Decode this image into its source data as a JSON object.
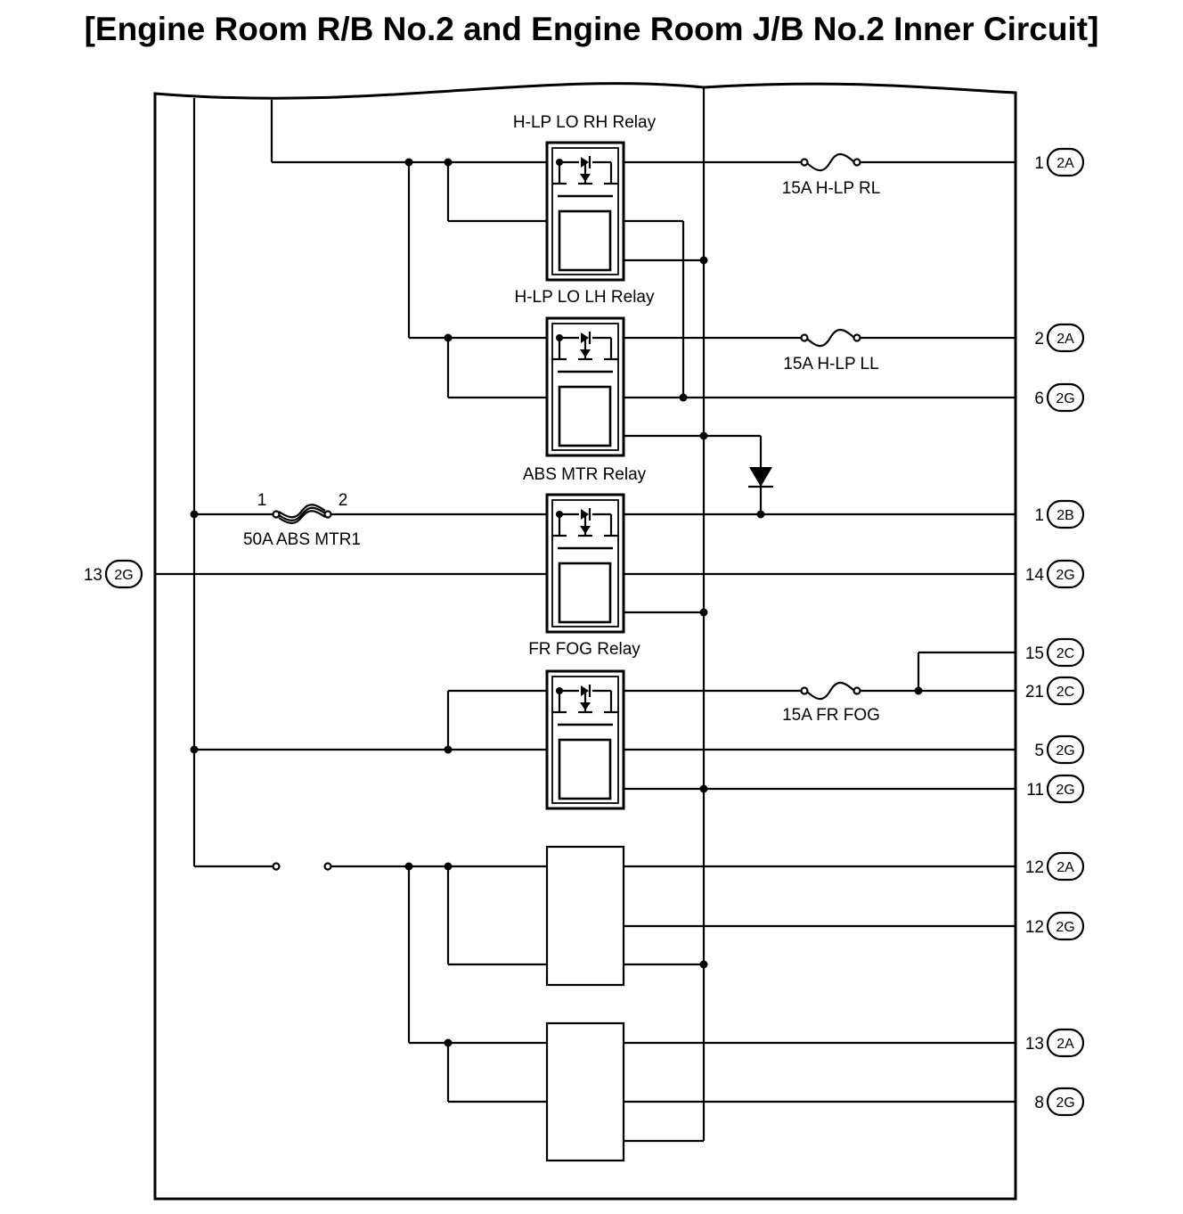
{
  "title": "[Engine Room R/B No.2 and Engine Room J/B No.2 Inner Circuit]",
  "relays": {
    "hlp_lo_rh": "H-LP LO RH Relay",
    "hlp_lo_lh": "H-LP LO LH Relay",
    "abs_mtr": "ABS MTR Relay",
    "fr_fog": "FR FOG Relay"
  },
  "fuses": {
    "hlp_rl": "15A H-LP RL",
    "hlp_ll": "15A H-LP LL",
    "abs_mtr1": "50A ABS MTR1",
    "fr_fog": "15A FR FOG"
  },
  "fuse_pins": {
    "left": "1",
    "right": "2"
  },
  "connectors": {
    "left_13_2g": {
      "pin": "13",
      "conn": "2G"
    },
    "r_1_2a": {
      "pin": "1",
      "conn": "2A"
    },
    "r_2_2a": {
      "pin": "2",
      "conn": "2A"
    },
    "r_6_2g": {
      "pin": "6",
      "conn": "2G"
    },
    "r_1_2b": {
      "pin": "1",
      "conn": "2B"
    },
    "r_14_2g": {
      "pin": "14",
      "conn": "2G"
    },
    "r_15_2c": {
      "pin": "15",
      "conn": "2C"
    },
    "r_21_2c": {
      "pin": "21",
      "conn": "2C"
    },
    "r_5_2g": {
      "pin": "5",
      "conn": "2G"
    },
    "r_11_2g": {
      "pin": "11",
      "conn": "2G"
    },
    "r_12_2a": {
      "pin": "12",
      "conn": "2A"
    },
    "r_12_2g": {
      "pin": "12",
      "conn": "2G"
    },
    "r_13_2a": {
      "pin": "13",
      "conn": "2A"
    },
    "r_8_2g": {
      "pin": "8",
      "conn": "2G"
    }
  }
}
